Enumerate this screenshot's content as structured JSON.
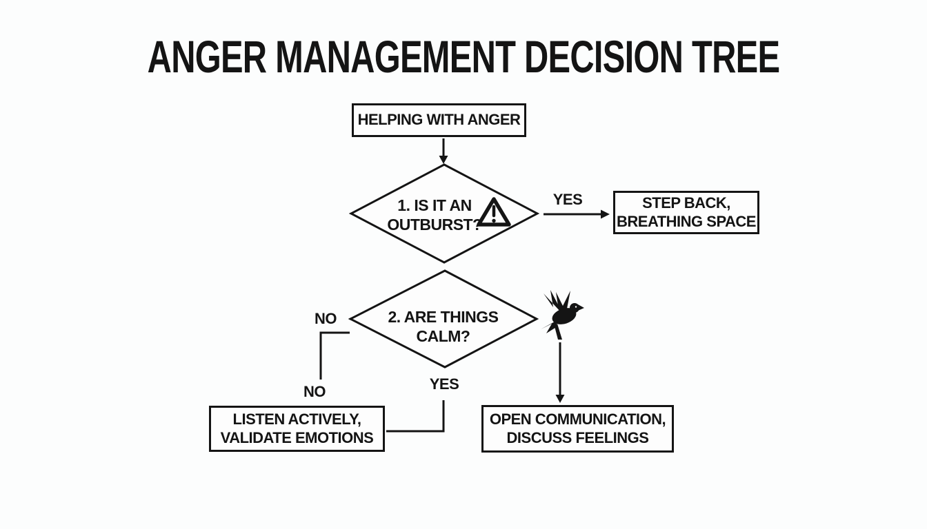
{
  "title": "ANGER MANAGEMENT DECISION TREE",
  "colors": {
    "ink": "#141414",
    "background": "#fcfdfd"
  },
  "nodes": {
    "start": {
      "label": "HELPING WITH ANGER"
    },
    "decision1": {
      "line1": "1. IS IT AN",
      "line2": "OUTBURST?",
      "icon": "warning-triangle-icon"
    },
    "step_back": {
      "line1": "STEP BACK,",
      "line2": "BREATHING SPACE"
    },
    "decision2": {
      "line1": "2. ARE THINGS",
      "line2": "CALM?",
      "icon": "dove-icon"
    },
    "listen": {
      "line1": "LISTEN ACTIVELY,",
      "line2": "VALIDATE EMOTIONS"
    },
    "open_comm": {
      "line1": "OPEN COMMUNICATION,",
      "line2": "DISCUSS FEELINGS"
    }
  },
  "edge_labels": {
    "decision1_yes": "YES",
    "decision2_no_upper": "NO",
    "decision2_no_lower": "NO",
    "decision2_yes": "YES"
  }
}
